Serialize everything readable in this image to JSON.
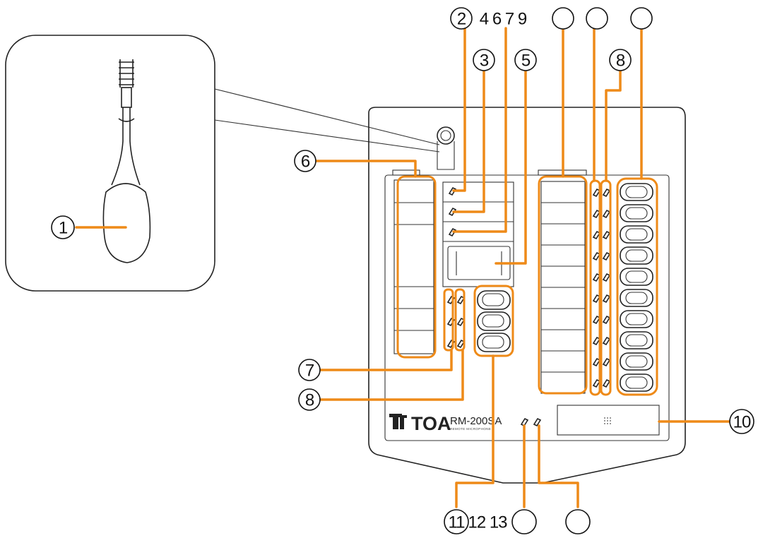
{
  "device": {
    "brand": "TOA",
    "model": "RM-200SA",
    "model_subtitle": "REMOTE MICROPHONE"
  },
  "callouts": {
    "c1": "1",
    "c2": "2",
    "c3": "3",
    "c5": "5",
    "c6": "6",
    "c7": "7",
    "c8_top": "8",
    "c8_left": "8",
    "c10": "10",
    "c11": "11",
    "top_group": "4 6 7 9",
    "bottom_group": "12 13"
  }
}
